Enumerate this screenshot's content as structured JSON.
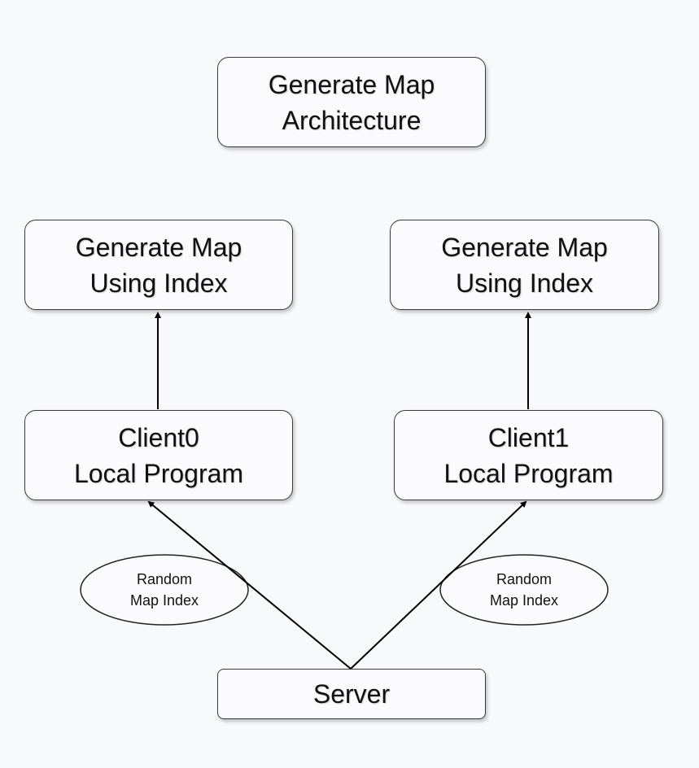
{
  "title_box": {
    "line1": "Generate Map",
    "line2": "Architecture"
  },
  "map_left": {
    "line1": "Generate Map",
    "line2": "Using Index"
  },
  "map_right": {
    "line1": "Generate Map",
    "line2": "Using Index"
  },
  "client0": {
    "line1": "Client0",
    "line2": "Local Program"
  },
  "client1": {
    "line1": "Client1",
    "line2": "Local Program"
  },
  "server": {
    "label": "Server"
  },
  "oval_left": {
    "line1": "Random",
    "line2": "Map Index"
  },
  "oval_right": {
    "line1": "Random",
    "line2": "Map Index"
  }
}
